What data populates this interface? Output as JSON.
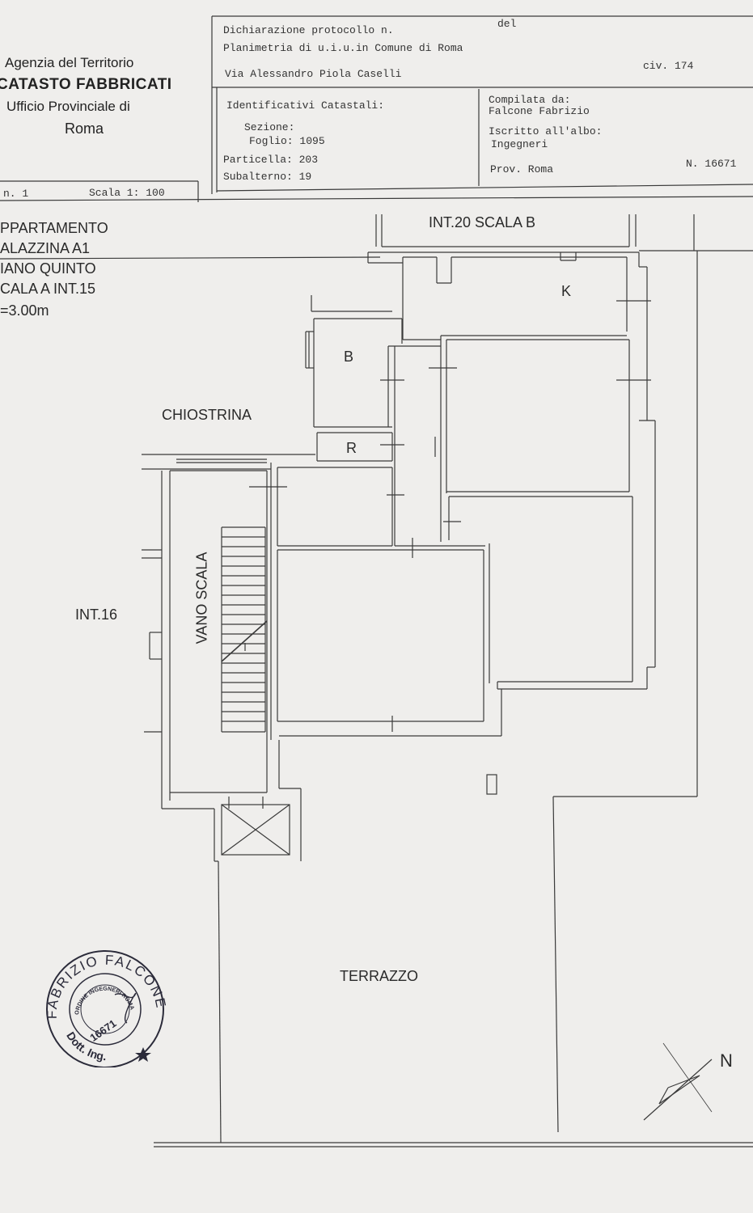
{
  "agency": {
    "line1": "Agenzia del Territorio",
    "line2": "CATASTO FABBRICATI",
    "line3": "Ufficio Provinciale di",
    "line4": "Roma"
  },
  "header": {
    "protocol": "Dichiarazione protocollo n.",
    "protocol_del": "del",
    "planimetry": "Planimetria di u.i.u.in Comune di Roma",
    "address": "Via Alessandro Piola Caselli",
    "civ": "civ. 174",
    "identifiers_title": "Identificativi Catastali:",
    "sezione": "Sezione:",
    "foglio": "Foglio: 1095",
    "particella": "Particella: 203",
    "subalterno": "Subalterno: 19",
    "compiled_by_label": "Compilata da:",
    "compiled_by_name": "Falcone Fabrizio",
    "albo_label": "Iscritto all'albo:",
    "albo_value": "Ingegneri",
    "prov": "Prov. Roma",
    "number": "N. 16671",
    "sheet": "n. 1",
    "scale": "Scala 1: 100"
  },
  "plan_info": {
    "line1": "PPARTAMENTO",
    "line2": "ALAZZINA A1",
    "line3": "IANO QUINTO",
    "line4": "CALA A INT.15",
    "line5": "=3.00m"
  },
  "rooms": {
    "int20": "INT.20 SCALA B",
    "k": "K",
    "b": "B",
    "r": "R",
    "chiostrina": "CHIOSTRINA",
    "vano_scala": "VANO SCALA",
    "int16": "INT.16",
    "terrazzo": "TERRAZZO",
    "north": "N"
  },
  "stamp": {
    "ring_text": "FABRIZIO FALCONE",
    "bottom_text": "Dott. Ing.",
    "inner_text": "ORDINE INGEGNERI ROMA",
    "number": "16671"
  }
}
